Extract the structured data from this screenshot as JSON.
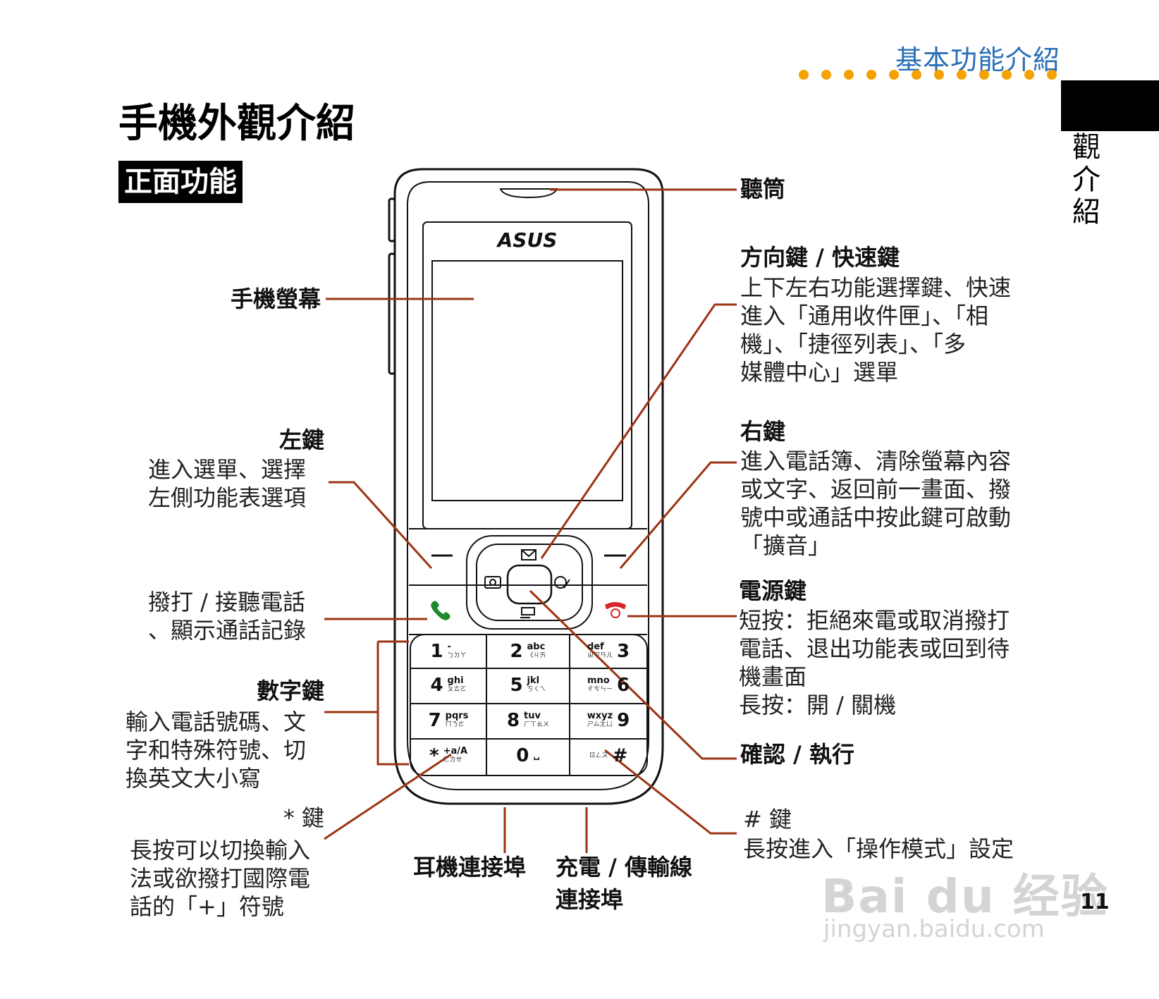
{
  "header": {
    "section_title": "基本功能介紹",
    "side_tab": "外觀介紹"
  },
  "page": {
    "title": "手機外觀介紹",
    "section": "正面功能",
    "number": "11"
  },
  "phone": {
    "brand": "ASUS",
    "keys": [
      {
        "num": "1",
        "letters": "-",
        "zh": "ㄅㄉㄚ"
      },
      {
        "num": "2",
        "letters": "abc",
        "zh": "《ㄐㄞ"
      },
      {
        "num": "3",
        "letters": "def",
        "zh": "ㄓㄗㄢㄦ"
      },
      {
        "num": "4",
        "letters": "ghi",
        "zh": "ㄆㄊㄛ"
      },
      {
        "num": "5",
        "letters": "jkl",
        "zh": "ㄎㄑㄟ"
      },
      {
        "num": "6",
        "letters": "mno",
        "zh": "ㄔㄘㄣㄧ"
      },
      {
        "num": "7",
        "letters": "pqrs",
        "zh": "ㄇㄋㄜ"
      },
      {
        "num": "8",
        "letters": "tuv",
        "zh": "ㄏㄒㄠㄨ"
      },
      {
        "num": "9",
        "letters": "wxyz",
        "zh": "ㄕㄙㄤㄩ"
      },
      {
        "num": "*",
        "letters": "+a/A",
        "zh": "ㄈㄌㄝ"
      },
      {
        "num": "0",
        "letters": "␣",
        "zh": ""
      },
      {
        "num": "#",
        "letters": "",
        "zh": "ㄖㄥㄡ"
      }
    ]
  },
  "labels": {
    "earpiece": "聽筒",
    "nav_title": "方向鍵 / 快速鍵",
    "nav_desc": [
      "上下左右功能選擇鍵、快速",
      "進入「通用收件匣」、「相",
      "機」、「捷徑列表」、「多",
      "媒體中心」選單"
    ],
    "screen": "手機螢幕",
    "left_key_title": "左鍵",
    "left_key_desc": [
      "進入選單、選擇",
      "左側功能表選項"
    ],
    "right_key_title": "右鍵",
    "right_key_desc": [
      "進入電話簿、清除螢幕內容",
      "或文字、返回前一畫面、撥",
      "號中或通話中按此鍵可啟動",
      "「擴音」"
    ],
    "call_key_desc": [
      "撥打 / 接聽電話",
      "、顯示通話記錄"
    ],
    "power_title": "電源鍵",
    "power_desc": [
      "短按：拒絕來電或取消撥打",
      "電話、退出功能表或回到待",
      "機畫面",
      "長按：開 / 關機"
    ],
    "number_keys_title": "數字鍵",
    "number_keys_desc": [
      "輸入電話號碼、文",
      "字和特殊符號、切",
      "換英文大小寫"
    ],
    "confirm": "確認 / 執行",
    "star_title": "* 鍵",
    "star_desc": [
      "長按可以切換輸入",
      "法或欲撥打國際電",
      "話的「+」符號"
    ],
    "hash_title": "# 鍵",
    "hash_desc": "長按進入「操作模式」設定",
    "headset": "耳機連接埠",
    "charger": [
      "充電 / 傳輸線",
      "連接埠"
    ]
  },
  "watermark": {
    "brand": "Bai du 经验",
    "url": "jingyan.baidu.com"
  },
  "colors": {
    "leader": "#9b3412",
    "accent_blue": "#2a6fb7",
    "dots": "#f5a100",
    "call_green": "#1a8a2a",
    "end_red": "#d8232a"
  }
}
